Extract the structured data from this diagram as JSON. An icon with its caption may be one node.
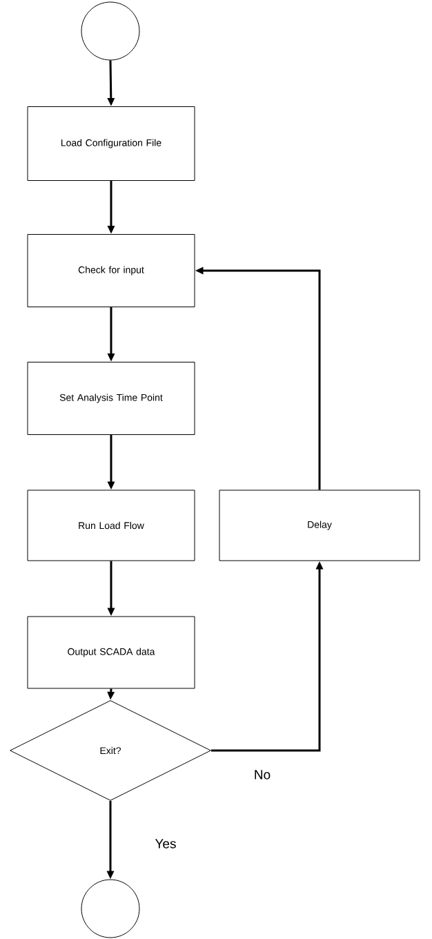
{
  "diagram": {
    "nodes": [
      {
        "text": [],
        "shape": "circle"
      },
      {
        "text": [
          "Load Configuration File"
        ]
      },
      {
        "text": [
          "Check for input"
        ]
      },
      {
        "text": [
          "Set Analysis Time Point"
        ]
      },
      {
        "text": [
          "Run Load Flow"
        ]
      },
      {
        "text": [
          "Output SCADA data"
        ]
      },
      {
        "text": [
          "Exit?"
        ]
      },
      {
        "text": [],
        "shape": "circle"
      },
      {
        "text": [
          "Delay"
        ]
      }
    ],
    "edges": [
      {
        "from": 0,
        "to": 1,
        "arrow": "to"
      },
      {
        "from": 1,
        "to": 2,
        "arrow": "to"
      },
      {
        "from": 2,
        "to": 3,
        "arrow": "to"
      },
      {
        "from": 3,
        "to": 4,
        "arrow": "to"
      },
      {
        "from": 4,
        "to": 5,
        "arrow": "to"
      },
      {
        "from": 5,
        "to": 6,
        "arrow": "to"
      },
      {
        "from": 6,
        "to": 7,
        "arrow": "to",
        "label": "Yes"
      },
      {
        "from": 6,
        "to": 8,
        "arrow": "to",
        "label": "No"
      },
      {
        "from": 8,
        "to": 2,
        "arrow": "to"
      }
    ]
  }
}
